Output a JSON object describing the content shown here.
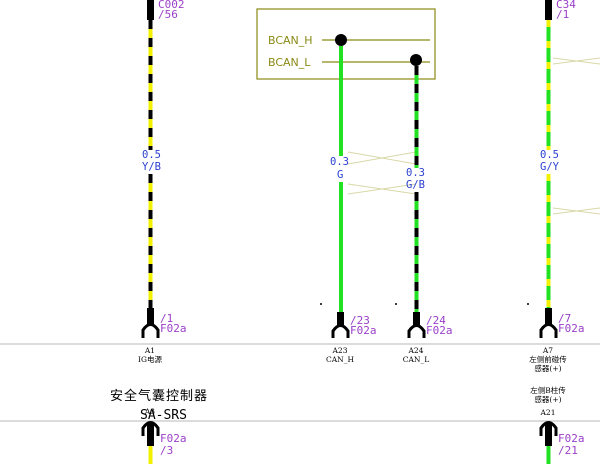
{
  "colors": {
    "background": "#ffffff",
    "wire_black": "#000000",
    "wire_yellow": "#f2f200",
    "wire_green": "#22e022",
    "bus_box": "#8a8a16",
    "pin_label": "#9a3fc8",
    "wire_label": "#2a3fd0",
    "cross_line": "#d8d8a8",
    "divider": "#b8b8b8"
  },
  "bus_box": {
    "labels": [
      "BCAN_H",
      "BCAN_L"
    ]
  },
  "wires": [
    {
      "id": "ig-power",
      "color_code": "Y/B",
      "size": "0.5",
      "top_connector": "C002",
      "top_pin": "/56",
      "colors": [
        "yellow",
        "black"
      ],
      "bottom_pin": "/1",
      "bottom_connector": "F02a",
      "terminal_pin": "A1",
      "terminal_name": "IG电源"
    },
    {
      "id": "can-h",
      "color_code": "G",
      "size": "0.3",
      "colors": [
        "green"
      ],
      "bottom_pin": "/23",
      "bottom_connector": "F02a",
      "terminal_pin": "A23",
      "terminal_name": "CAN_H"
    },
    {
      "id": "can-l",
      "color_code": "G/B",
      "size": "0.3",
      "colors": [
        "green",
        "black"
      ],
      "bottom_pin": "/24",
      "bottom_connector": "F02a",
      "terminal_pin": "A24",
      "terminal_name": "CAN_L"
    },
    {
      "id": "front-sensor",
      "color_code": "G/Y",
      "size": "0.5",
      "top_connector": "C34",
      "top_pin": "/1",
      "colors": [
        "green",
        "yellow"
      ],
      "bottom_pin": "/7",
      "bottom_connector": "F02a",
      "terminal_pin": "A7",
      "terminal_name_lines": [
        "左侧前碰传",
        "感器(+)"
      ]
    }
  ],
  "controller": {
    "name_cn": "安全气囊控制器",
    "name_en": "SA-SRS"
  },
  "side_sensor": {
    "label_lines": [
      "左侧B柱传",
      "感器(+)"
    ],
    "terminal_pin": "A21"
  },
  "lower_pins": [
    {
      "id": "lower-left",
      "connector": "F02a",
      "pin": "/3",
      "terminal_pin": "A3"
    },
    {
      "id": "lower-right",
      "connector": "F02a",
      "pin": "/21"
    }
  ]
}
